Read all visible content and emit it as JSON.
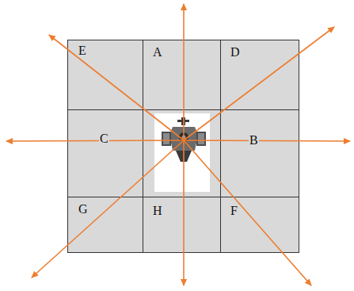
{
  "diagram": {
    "nodes": [
      {
        "text": [
          "E"
        ]
      },
      {
        "text": [
          "A"
        ]
      },
      {
        "text": [
          "D"
        ]
      },
      {
        "text": [
          "C"
        ]
      },
      {
        "text": [
          "B"
        ]
      },
      {
        "text": [
          "G"
        ]
      },
      {
        "text": [
          "H"
        ]
      },
      {
        "text": [
          "F"
        ]
      }
    ]
  }
}
